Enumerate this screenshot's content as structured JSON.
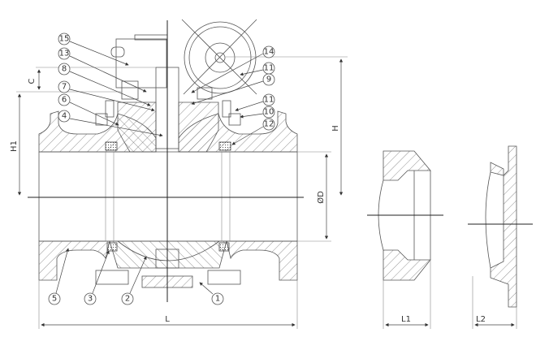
{
  "drawing": {
    "callouts_top_left": [
      "15",
      "13",
      "8",
      "7",
      "6",
      "4"
    ],
    "callouts_top_right": [
      "14",
      "11",
      "9",
      "11",
      "10",
      "12"
    ],
    "callouts_bottom": [
      "5",
      "3",
      "2",
      "1"
    ],
    "dimensions": {
      "C": "C",
      "H1": "H1",
      "H": "H",
      "OD": "ØD",
      "L": "L",
      "L1": "L1",
      "L2": "L2"
    }
  }
}
